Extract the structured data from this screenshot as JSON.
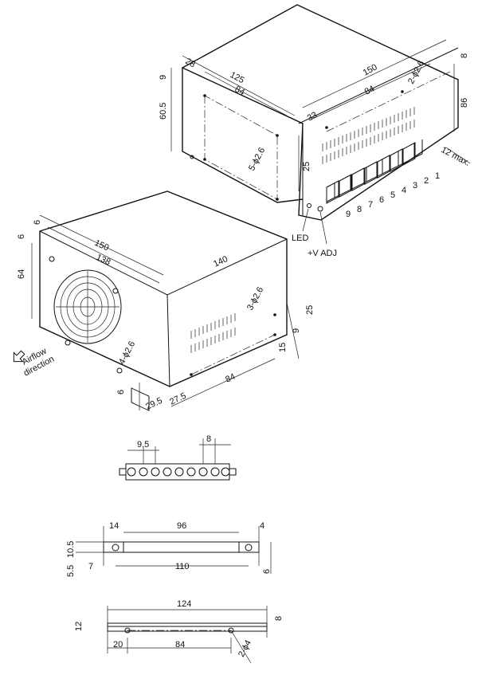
{
  "views": {
    "upper_unit": {
      "dims": {
        "d28": "28",
        "d125": "125",
        "d84a": "84",
        "d9": "9",
        "d60_5": "60.5",
        "d25": "25",
        "holes5": "5-ϕ2.6",
        "d150": "150",
        "d84b": "84",
        "d33": "33",
        "holes2": "2-ϕ2.6",
        "d8": "8",
        "d86": "86",
        "d12max": "12 max."
      },
      "terminal_numbers": [
        "9",
        "8",
        "7",
        "6",
        "5",
        "4",
        "3",
        "2",
        "1"
      ],
      "labels": {
        "led": "LED",
        "vadj": "+V ADJ"
      }
    },
    "lower_unit": {
      "dims": {
        "d6a": "6",
        "d6b": "6",
        "d150": "150",
        "d138": "138",
        "d64": "64",
        "d140": "140",
        "holes3": "3-ϕ2.6",
        "d25": "25",
        "d9": "9",
        "d15": "15",
        "holes4": "4-ϕ2.6",
        "d84": "84",
        "d6c": "6",
        "d29_5": "29.5",
        "d27_5": "27.5"
      },
      "airflow": [
        "Airflow",
        "direction"
      ]
    },
    "terminal_block": {
      "pitch": "9.5",
      "width": "8"
    },
    "bracket_top": {
      "d14": "14",
      "d96": "96",
      "d4": "4",
      "d10_5": "10.5",
      "d5_5": "5.5",
      "d7": "7",
      "d110": "110",
      "d6": "6"
    },
    "bracket_side": {
      "d124": "124",
      "d12": "12",
      "d8": "8",
      "d20": "20",
      "d84": "84",
      "holes": "2-ϕ4"
    }
  }
}
